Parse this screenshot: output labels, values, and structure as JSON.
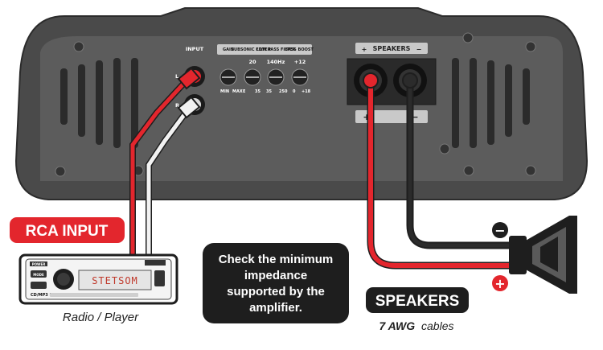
{
  "amplifier": {
    "input_label": "INPUT",
    "channel_left": "L",
    "channel_right": "R",
    "controls_header": [
      "GAIN",
      "SUBSONIC FILTER",
      "LOW PASS FILTER",
      "BASS BOOST"
    ],
    "subsonic_value": "20",
    "lowpass_value": "140Hz",
    "bass_value": "+12",
    "gain_min": "MIN",
    "gain_max": "MAX",
    "subsonic_min": "E",
    "subsonic_max": "35",
    "lowpass_min": "35",
    "lowpass_max": "250",
    "bass_min": "0",
    "bass_max": "+18",
    "speakers_label": "SPEAKERS",
    "plus_symbol": "+",
    "minus_symbol": "−"
  },
  "rca_input": {
    "label": "RCA INPUT"
  },
  "radio": {
    "display_text": "STETSOM",
    "caption": "Radio / Player",
    "model_text": "CD/MP3 PLAYER",
    "button_mode": "MODE",
    "button_power": "POWER"
  },
  "note": {
    "lines": [
      "Check the minimum",
      "impedance",
      "supported by the",
      "amplifier."
    ]
  },
  "speakers": {
    "label": "SPEAKERS",
    "cable_bold": "7 AWG",
    "cable_rest": "cables",
    "minus_symbol": "−",
    "plus_symbol": "+"
  },
  "colors": {
    "red": "#e3262d",
    "dark": "#1e1e1e",
    "body": "#4a4a4a",
    "panel": "#5c5c5c"
  }
}
